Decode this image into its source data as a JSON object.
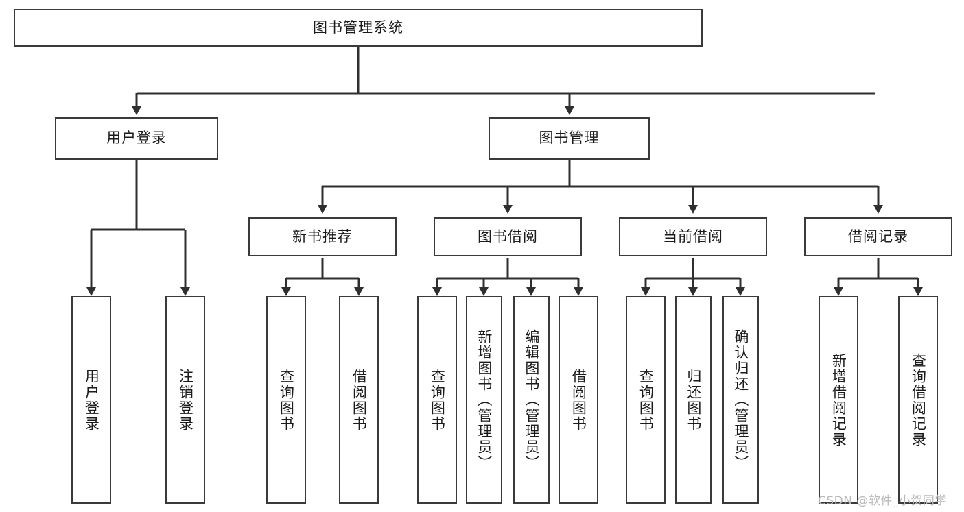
{
  "diagram": {
    "title": "图书管理系统",
    "type": "tree-hierarchy",
    "watermark": "CSDN @软件_小贺同学",
    "colors": {
      "border": "#3a3a3a",
      "background": "#ffffff",
      "text": "#1b1b1b",
      "edge": "#2f2f2f",
      "watermark": "#b9b9b9"
    },
    "root": {
      "label": "图书管理系统"
    },
    "level2": [
      {
        "id": "user-login",
        "label": "用户登录"
      },
      {
        "id": "book-manage",
        "label": "图书管理"
      }
    ],
    "level3": [
      {
        "id": "new-book-recommend",
        "label": "新书推荐"
      },
      {
        "id": "book-borrow",
        "label": "图书借阅"
      },
      {
        "id": "current-borrow",
        "label": "当前借阅"
      },
      {
        "id": "borrow-record",
        "label": "借阅记录"
      }
    ],
    "leaves": [
      {
        "id": "leaf-user-login",
        "label": "用户登录",
        "parent": "user-login"
      },
      {
        "id": "leaf-logout-login",
        "label": "注销登录",
        "parent": "user-login"
      },
      {
        "id": "leaf-query-book-1",
        "label": "查询图书",
        "parent": "new-book-recommend"
      },
      {
        "id": "leaf-borrow-book-1",
        "label": "借阅图书",
        "parent": "new-book-recommend"
      },
      {
        "id": "leaf-query-book-2",
        "label": "查询图书",
        "parent": "book-borrow"
      },
      {
        "id": "leaf-add-book",
        "label": "新增图书（管理员）",
        "parent": "book-borrow"
      },
      {
        "id": "leaf-edit-book",
        "label": "编辑图书（管理员）",
        "parent": "book-borrow"
      },
      {
        "id": "leaf-borrow-book-2",
        "label": "借阅图书",
        "parent": "book-borrow"
      },
      {
        "id": "leaf-query-book-3",
        "label": "查询图书",
        "parent": "current-borrow"
      },
      {
        "id": "leaf-return-book",
        "label": "归还图书",
        "parent": "current-borrow"
      },
      {
        "id": "leaf-confirm-return",
        "label": "确认归还（管理员）",
        "parent": "current-borrow"
      },
      {
        "id": "leaf-add-record",
        "label": "新增借阅记录",
        "parent": "borrow-record"
      },
      {
        "id": "leaf-query-record",
        "label": "查询借阅记录",
        "parent": "borrow-record"
      }
    ]
  }
}
